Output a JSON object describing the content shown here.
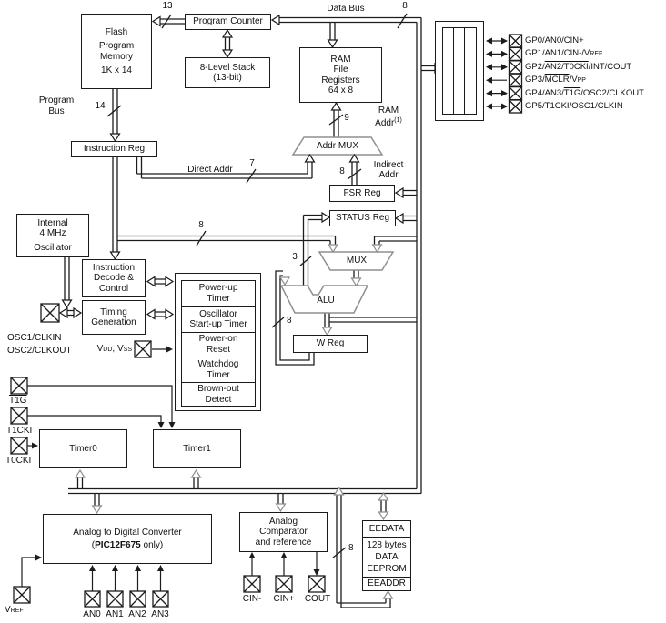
{
  "blocks": {
    "flash": {
      "l1": "Flash",
      "l2": "Program",
      "l3": "Memory",
      "l4": "1K x 14"
    },
    "program_counter": {
      "l1": "Program Counter"
    },
    "stack": {
      "l1": "8-Level Stack",
      "l2": "(13-bit)"
    },
    "ram": {
      "l1": "RAM",
      "l2": "File",
      "l3": "Registers",
      "l4": "64 x 8"
    },
    "instruction_reg": {
      "l1": "Instruction Reg"
    },
    "addr_mux": {
      "l1": "Addr MUX"
    },
    "fsr": {
      "l1": "FSR Reg"
    },
    "status": {
      "l1": "STATUS Reg"
    },
    "mux": {
      "l1": "MUX"
    },
    "alu": {
      "l1": "ALU"
    },
    "w_reg": {
      "l1": "W Reg"
    },
    "internal_osc": {
      "l1": "Internal",
      "l2": "4 MHz",
      "l3": "Oscillator"
    },
    "decode": {
      "l1": "Instruction",
      "l2": "Decode &",
      "l3": "Control"
    },
    "timing": {
      "l1": "Timing",
      "l2": "Generation"
    },
    "reset_block": {
      "r1a": "Power-up",
      "r1b": "Timer",
      "r2a": "Oscillator",
      "r2b": "Start-up Timer",
      "r3a": "Power-on",
      "r3b": "Reset",
      "r4a": "Watchdog",
      "r4b": "Timer",
      "r5a": "Brown-out",
      "r5b": "Detect"
    },
    "timer0": {
      "l1": "Timer0"
    },
    "timer1": {
      "l1": "Timer1"
    },
    "adc": {
      "l1": "Analog to Digital Converter",
      "l2_rich": [
        {
          "t": "("
        },
        {
          "t": "PIC12F675",
          "s": "b"
        },
        {
          "t": " only)"
        }
      ]
    },
    "comparator": {
      "l1": "Analog",
      "l2": "Comparator",
      "l3": "and reference"
    },
    "eeprom": {
      "l1": "EEDATA",
      "l2": "128 bytes",
      "l3": "DATA",
      "l4": "EEPROM",
      "l5": "EEADDR"
    }
  },
  "bus_labels": {
    "pc13": "13",
    "prog14": "14",
    "data8": "8",
    "ram9": "9",
    "direct7": "7",
    "indirect8": "8",
    "ir8": "8",
    "status3": "3",
    "wreg8": "8",
    "ee8": "8"
  },
  "wire_labels": {
    "data_bus": "Data Bus",
    "program_bus_1": "Program",
    "program_bus_2": "Bus",
    "ram_addr_1": "RAM",
    "ram_addr_2_rich": [
      {
        "t": "Addr"
      },
      {
        "t": "(1)",
        "s": "sup"
      }
    ],
    "direct_addr": "Direct Addr",
    "indirect_1": "Indirect",
    "indirect_2": "Addr"
  },
  "pins": {
    "osc1": "OSC1/CLKIN",
    "osc2": "OSC2/CLKOUT",
    "vdd_rich": [
      {
        "t": "V"
      },
      {
        "t": "DD",
        "s": "sub"
      },
      {
        "t": ", V"
      },
      {
        "t": "SS",
        "s": "sub"
      }
    ],
    "t1g_rich": [
      {
        "t": "T1G",
        "s": "ov"
      }
    ],
    "t1cki": "T1CKI",
    "t0cki": "T0CKI",
    "vref_rich": [
      {
        "t": "V"
      },
      {
        "t": "REF",
        "s": "sub"
      }
    ],
    "an0": "AN0",
    "an1": "AN1",
    "an2": "AN2",
    "an3": "AN3",
    "cin_minus": "CIN-",
    "cin_plus": "CIN+",
    "cout": "COUT"
  },
  "gpio": {
    "pins": [
      {
        "label_rich": [
          {
            "t": "GP0/AN0/CIN+"
          }
        ]
      },
      {
        "label_rich": [
          {
            "t": "GP1/AN1/CIN-/V"
          },
          {
            "t": "REF",
            "s": "sub"
          }
        ]
      },
      {
        "label_rich": [
          {
            "t": "GP2/"
          },
          {
            "t": "AN2/T0CKI",
            "s": "ov"
          },
          {
            "t": "/INT/COUT"
          }
        ]
      },
      {
        "label_rich": [
          {
            "t": "GP3/"
          },
          {
            "t": "MCLR",
            "s": "ov"
          },
          {
            "t": "/V"
          },
          {
            "t": "PP",
            "s": "sub"
          }
        ]
      },
      {
        "label_rich": [
          {
            "t": "GP4/AN3/"
          },
          {
            "t": "T1G",
            "s": "ov"
          },
          {
            "t": "/OSC2/CLKOUT"
          }
        ]
      },
      {
        "label_rich": [
          {
            "t": "GP5/T1CKI/OSC1/CLKIN"
          }
        ]
      }
    ]
  }
}
